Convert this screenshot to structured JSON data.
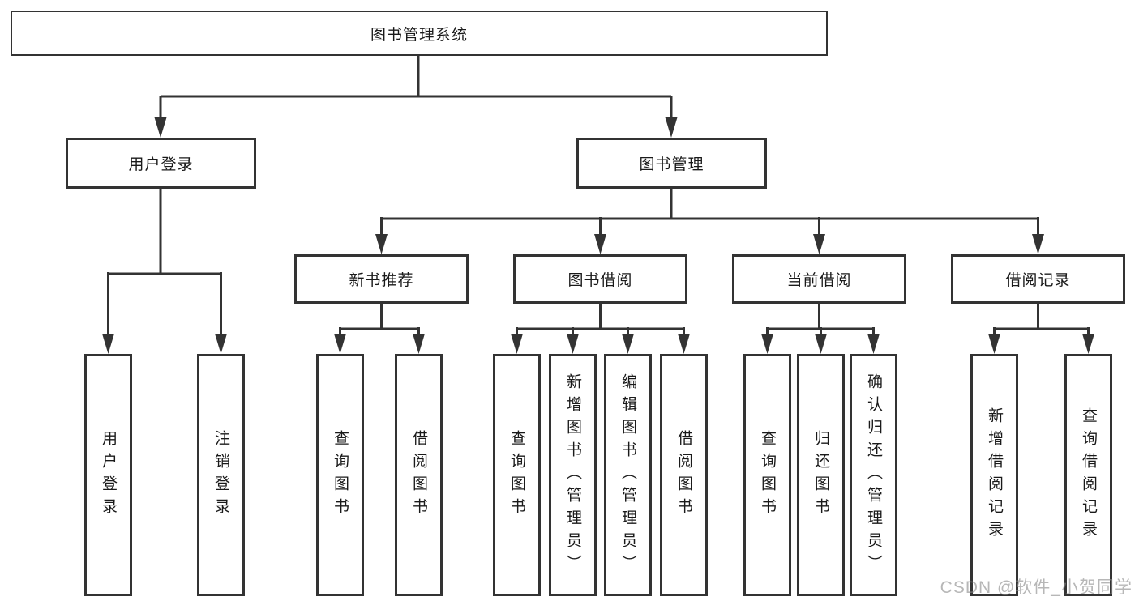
{
  "diagram": {
    "root": "图书管理系统",
    "level2": [
      "用户登录",
      "图书管理"
    ],
    "level3": [
      "新书推荐",
      "图书借阅",
      "当前借阅",
      "借阅记录"
    ],
    "leaves": {
      "user_login": [
        "用户登录",
        "注销登录"
      ],
      "new_book": [
        "查询图书",
        "借阅图书"
      ],
      "book_borrow": [
        "查询图书",
        "新增图书（管理员）",
        "编辑图书（管理员）",
        "借阅图书"
      ],
      "current_borrow": [
        "查询图书",
        "归还图书",
        "确认归还（管理员）"
      ],
      "borrow_record": [
        "新增借阅记录",
        "查询借阅记录"
      ]
    }
  },
  "watermark": "CSDN @软件_小贺同学",
  "colors": {
    "line": "#333333",
    "text": "#1a1a1a",
    "background": "#ffffff",
    "watermark": "#8a8a8a"
  }
}
